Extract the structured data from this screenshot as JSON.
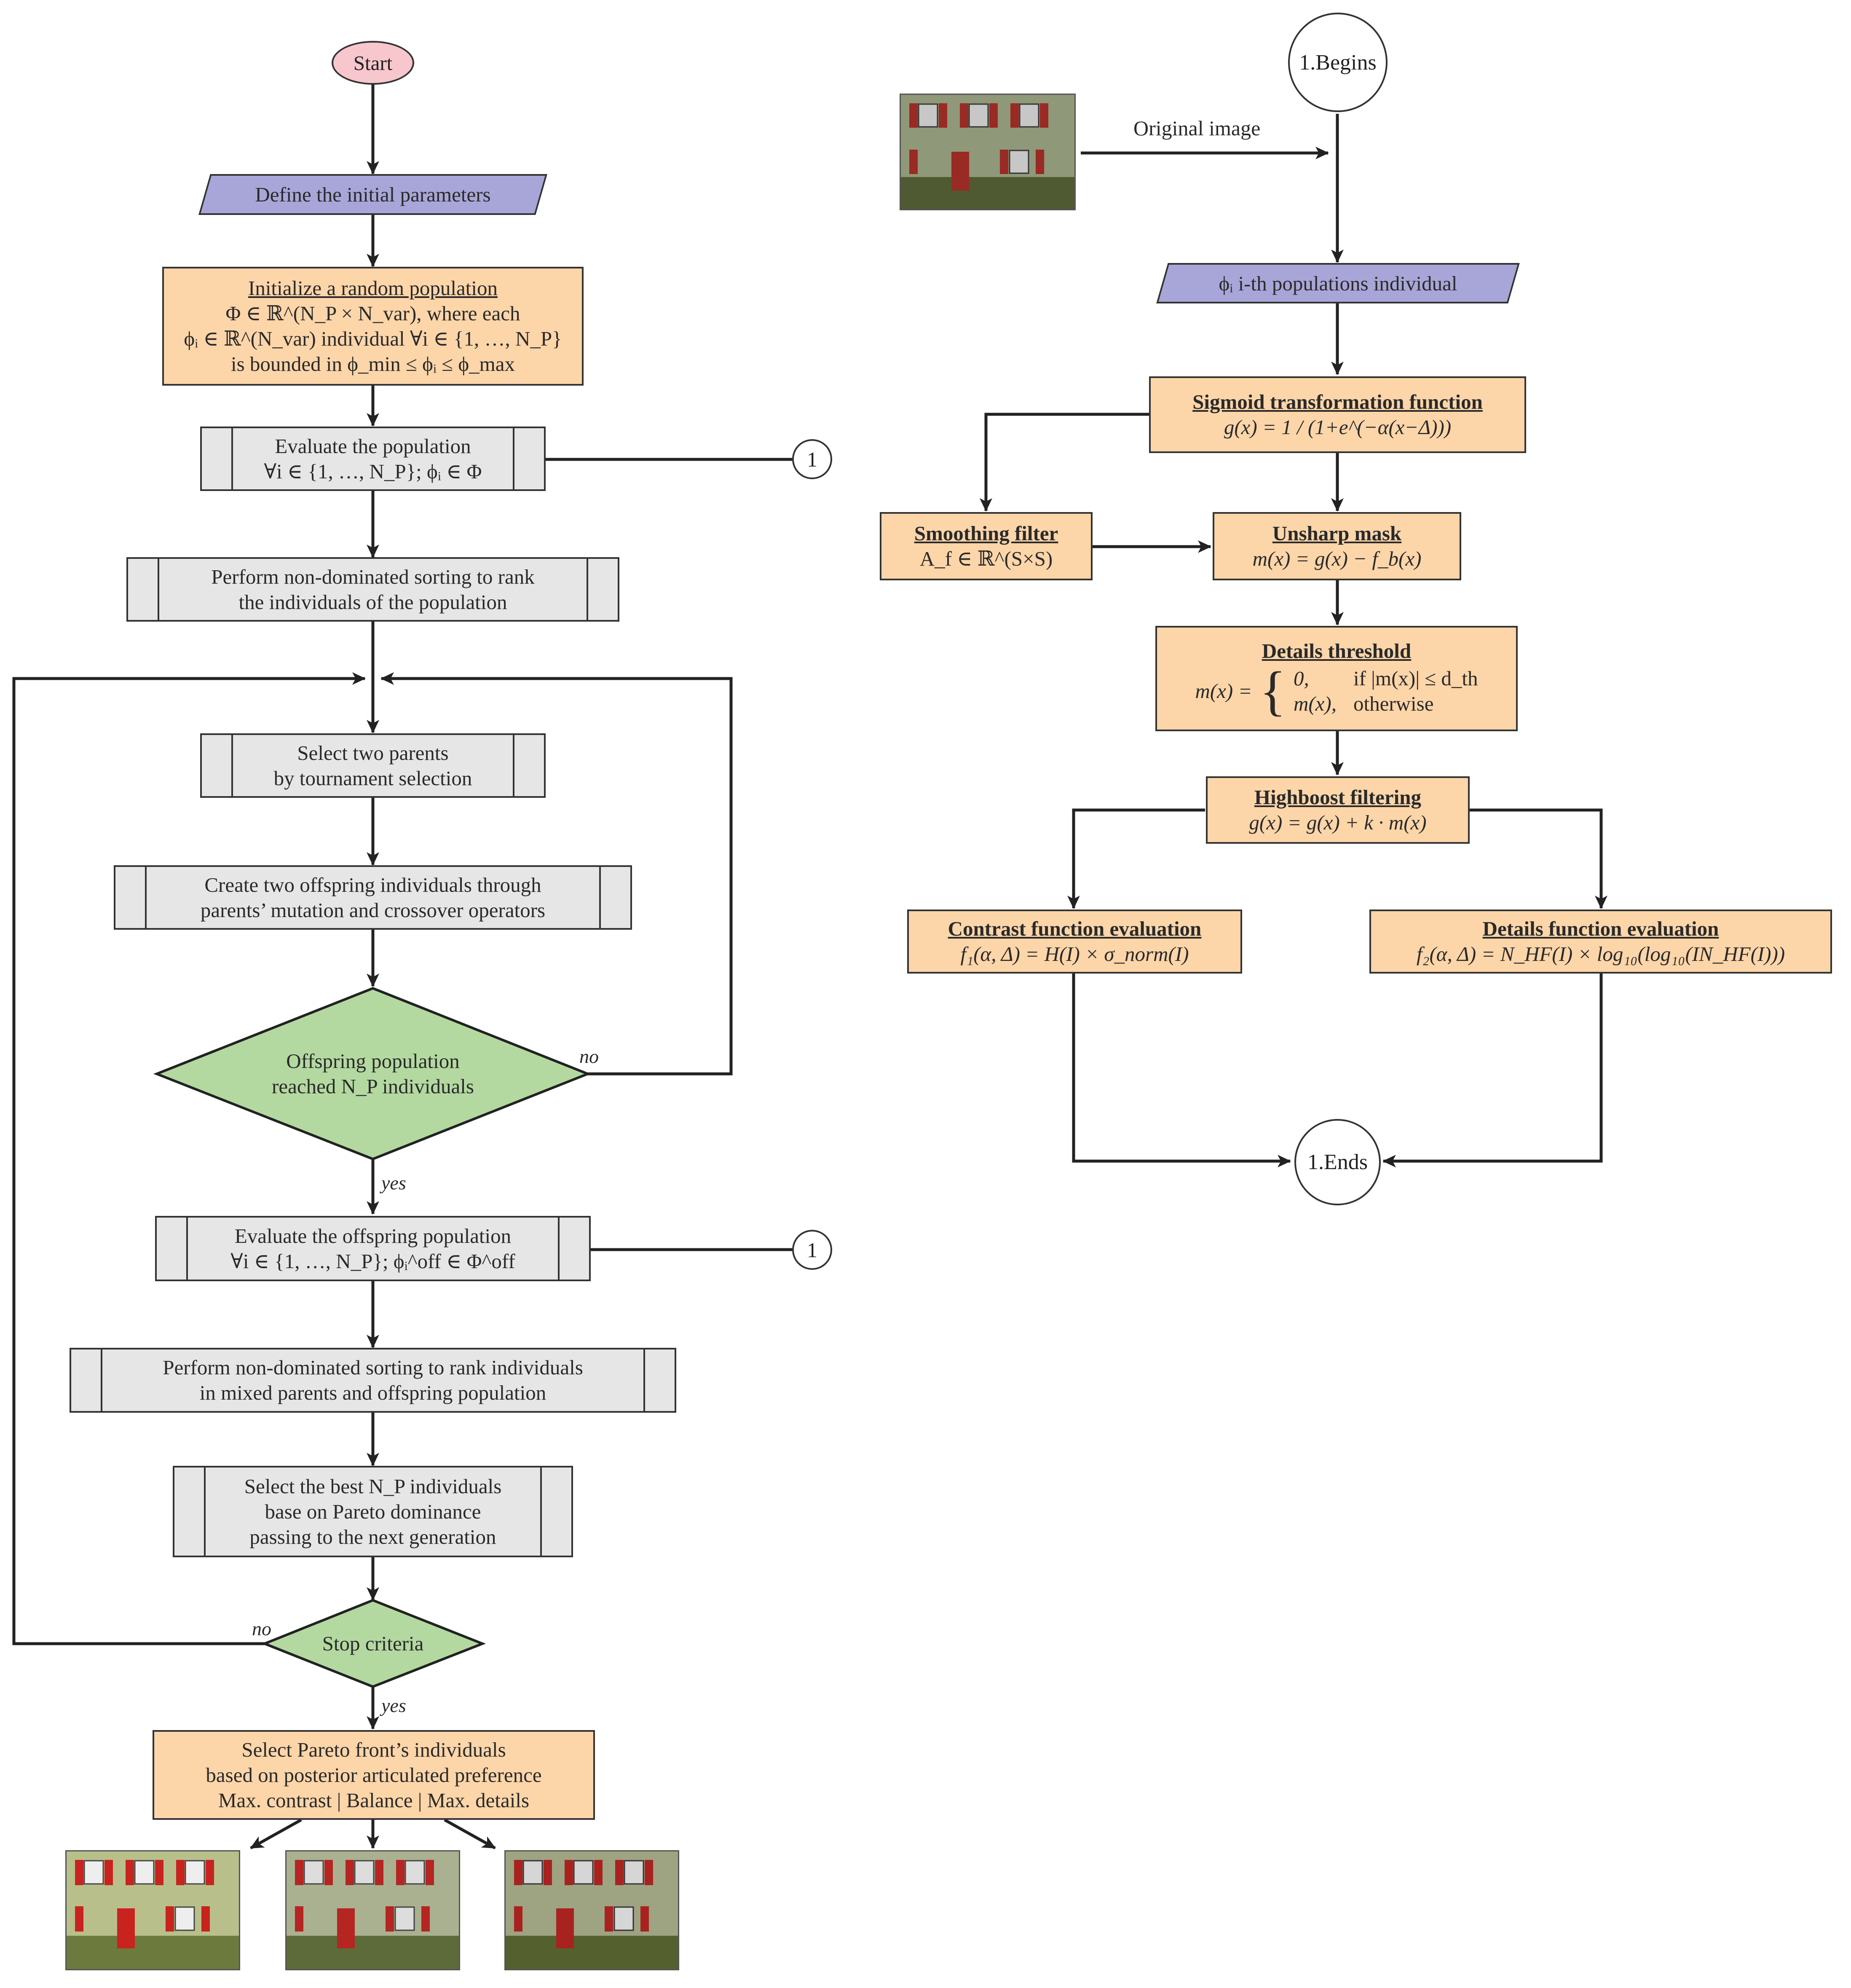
{
  "left_flow": {
    "start": "Start",
    "define": "Define the initial parameters",
    "init": {
      "title": "Initialize a random population",
      "l1": "Φ ∈ ℝ^(N_P × N_var), where each",
      "l2": "ϕᵢ ∈ ℝ^(N_var) individual ∀i ∈ {1, …, N_P}",
      "l3": "is bounded in ϕ_min ≤ ϕᵢ ≤ ϕ_max"
    },
    "eval_pop": {
      "l1": "Evaluate the population",
      "l2": "∀i ∈ {1, …, N_P}; ϕᵢ ∈ Φ"
    },
    "sort1": {
      "l1": "Perform non-dominated sorting to rank",
      "l2": "the individuals of the population"
    },
    "select_parents": {
      "l1": "Select two parents",
      "l2": "by tournament selection"
    },
    "offspring": {
      "l1": "Create two offspring individuals through",
      "l2": "parents’ mutation and crossover operators"
    },
    "decision1": {
      "l1": "Offspring population",
      "l2": "reached N_P individuals"
    },
    "eval_off": {
      "l1": "Evaluate the offspring population",
      "l2": "∀i ∈ {1, …, N_P}; ϕᵢ^off ∈ Φ^off"
    },
    "sort2": {
      "l1": "Perform non-dominated sorting to rank individuals",
      "l2": "in mixed parents and offspring population"
    },
    "best": {
      "l1": "Select the best N_P individuals",
      "l2": "base on Pareto dominance",
      "l3": "passing to the next generation"
    },
    "stop": "Stop criteria",
    "pareto": {
      "l1": "Select Pareto front’s individuals",
      "l2": "based on posterior articulated preference",
      "l3": "Max. contrast  |  Balance  |  Max. details"
    },
    "connector": "1",
    "no": "no",
    "yes": "yes"
  },
  "right_flow": {
    "begins": "1.Begins",
    "orig": "Original image",
    "individual": "ϕᵢ i-th populations individual",
    "sigmoid": {
      "title": "Sigmoid transformation function",
      "formula": "g(x) = 1 / (1+e^(−α(x−Δ)))"
    },
    "smooth": {
      "title": "Smoothing filter",
      "formula": "A_f ∈ ℝ^(S×S)"
    },
    "unsharp": {
      "title": "Unsharp mask",
      "formula": "m(x) = g(x) − f_b(x)"
    },
    "threshold": {
      "title": "Details threshold",
      "lhs": "m(x) =",
      "c1": "0,",
      "c1b": "if |m(x)| ≤ d_th",
      "c2": "m(x),",
      "c2b": "otherwise"
    },
    "highboost": {
      "title": "Highboost filtering",
      "formula": "g(x) = g(x) + k · m(x)"
    },
    "contrast": {
      "title": "Contrast function evaluation",
      "formula": "f₁(α, Δ) = H(I) × σ_norm(I)"
    },
    "details": {
      "title": "Details function evaluation",
      "formula": "f₂(α, Δ) = N_HF(I) × log₁₀(log₁₀(IN_HF(I)))"
    },
    "ends": "1.Ends"
  },
  "colors": {
    "orange": "#fcd5a9",
    "gray": "#e6e6e6",
    "purple": "#a8a6d8",
    "green": "#b3d9a0",
    "pink": "#f8c6cd"
  }
}
